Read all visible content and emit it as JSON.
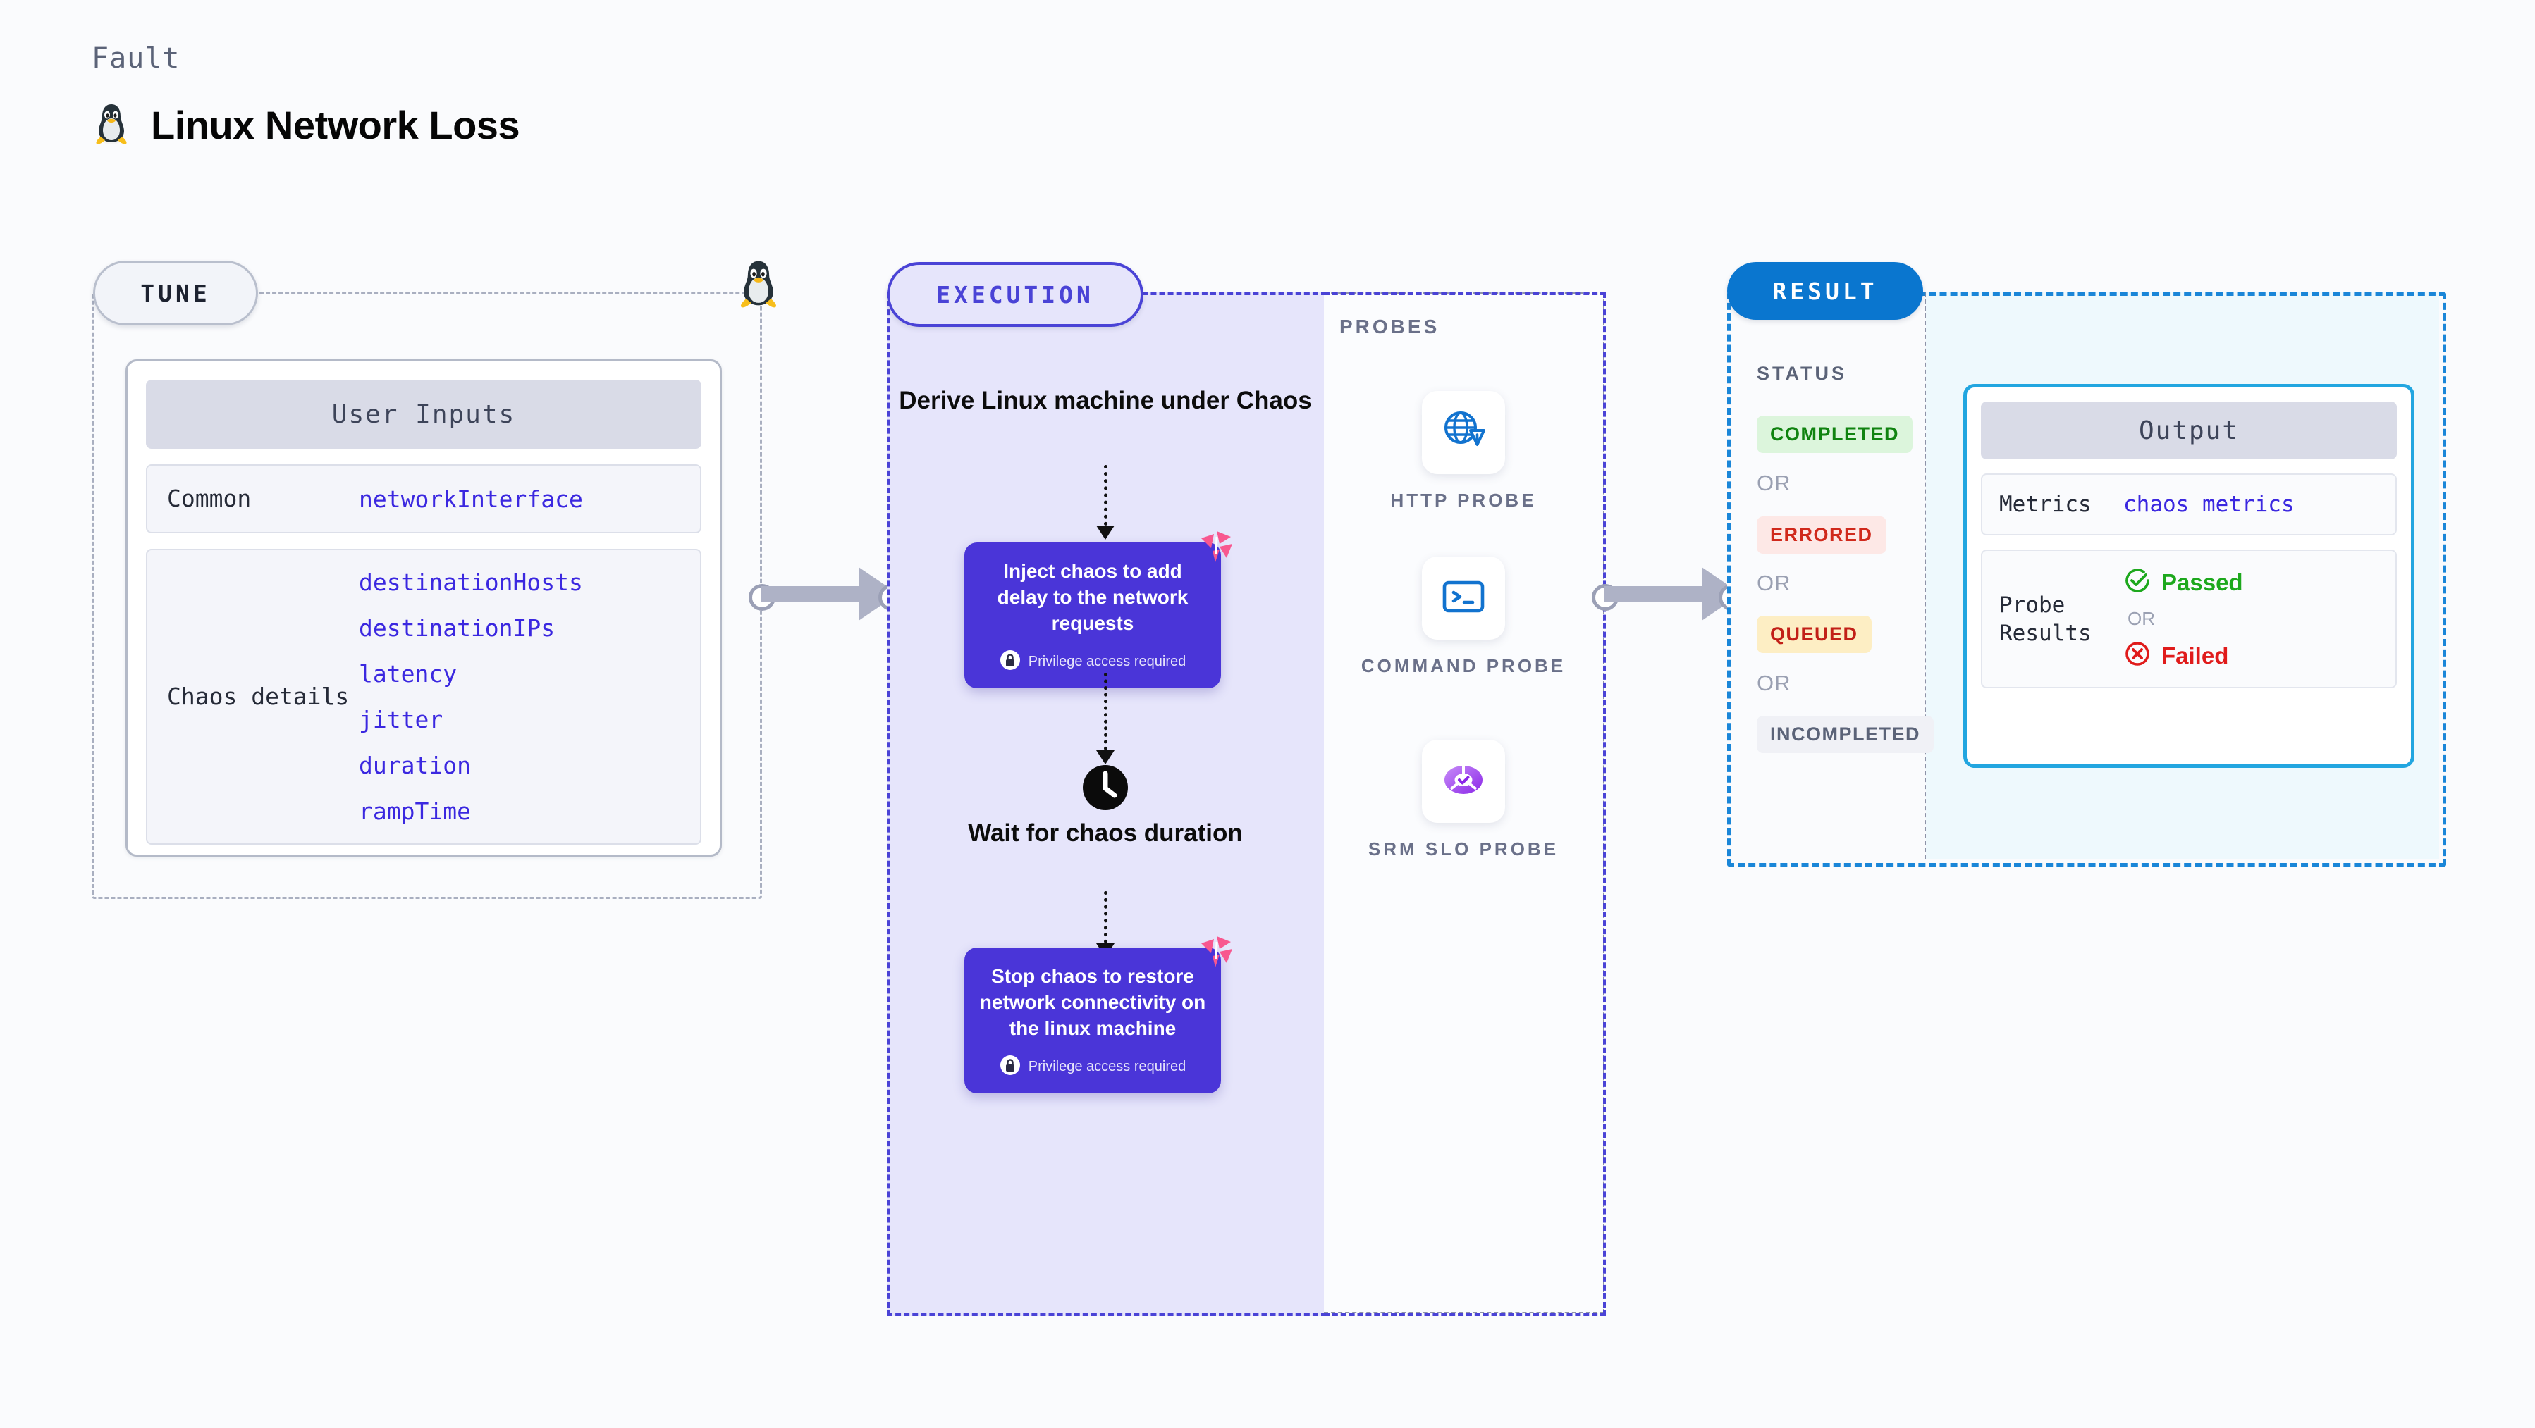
{
  "header": {
    "kicker": "Fault",
    "title": "Linux Network Loss",
    "icon": "tux-penguin-icon"
  },
  "tune": {
    "pill_label": "TUNE",
    "online_icon": "tux-penguin-icon",
    "card_title": "User Inputs",
    "rows": [
      {
        "label": "Common",
        "values": [
          "networkInterface"
        ]
      },
      {
        "label": "Chaos details",
        "values": [
          "destinationHosts",
          "destinationIPs",
          "latency",
          "jitter",
          "duration",
          "rampTime"
        ]
      }
    ]
  },
  "execution": {
    "pill_label": "EXECUTION",
    "step1_title": "Derive Linux machine under Chaos",
    "node1": {
      "text": "Inject chaos to add delay to the network requests",
      "privilege": "Privilege access required",
      "badge_icon": "chaos-logo-icon",
      "lock_icon": "lock-icon"
    },
    "wait_title": "Wait for chaos duration",
    "wait_icon": "clock-icon",
    "node2": {
      "text": "Stop chaos to restore network connectivity on the linux machine",
      "privilege": "Privilege access required",
      "badge_icon": "chaos-logo-icon",
      "lock_icon": "lock-icon"
    }
  },
  "probes": {
    "section_label": "PROBES",
    "items": [
      {
        "label": "HTTP PROBE",
        "icon": "globe-warning-icon"
      },
      {
        "label": "COMMAND PROBE",
        "icon": "terminal-icon"
      },
      {
        "label": "SRM SLO PROBE",
        "icon": "slo-donut-check-icon"
      }
    ]
  },
  "result": {
    "pill_label": "RESULT",
    "status_label": "STATUS",
    "or_label": "OR",
    "statuses": [
      {
        "text": "COMPLETED",
        "bg": "#dcf5dc",
        "fg": "#108310"
      },
      {
        "text": "ERRORED",
        "bg": "#fde8e6",
        "fg": "#d0291c"
      },
      {
        "text": "QUEUED",
        "bg": "#fdeec4",
        "fg": "#c22018"
      },
      {
        "text": "INCOMPLETED",
        "bg": "#f0f1f6",
        "fg": "#5b6378"
      }
    ],
    "output": {
      "title": "Output",
      "metrics_label": "Metrics",
      "metrics_value": "chaos metrics",
      "probe_results_label": "Probe Results",
      "passed": "Passed",
      "failed": "Failed",
      "or_label": "OR",
      "passed_icon": "check-circle-icon",
      "failed_icon": "x-circle-icon"
    }
  },
  "colors": {
    "page_bg": "#fafbfd",
    "accent_purple": "#4a35d8",
    "accent_blue": "#0a76cf",
    "accent_cyan": "#22a6e0",
    "value_blue": "#3b28e0",
    "chaos_pink": "#f8578f",
    "pass_green": "#1da81d",
    "fail_red": "#e01b1b"
  }
}
